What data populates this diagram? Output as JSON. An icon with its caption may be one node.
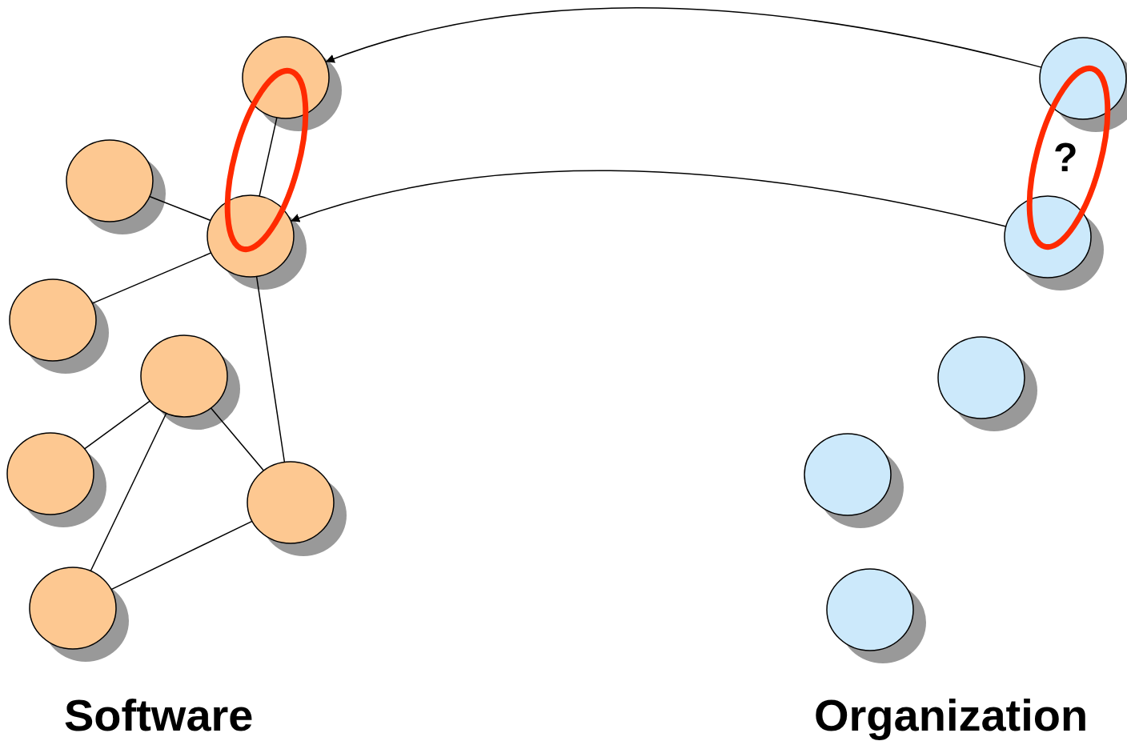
{
  "diagram": {
    "nodes": [
      {
        "text": [],
        "shape": "circle"
      },
      {
        "text": [],
        "shape": "circle"
      },
      {
        "text": [],
        "shape": "circle"
      },
      {
        "text": [],
        "shape": "circle"
      },
      {
        "text": [],
        "shape": "circle"
      },
      {
        "text": [],
        "shape": "circle"
      },
      {
        "text": [],
        "shape": "circle"
      },
      {
        "text": [],
        "shape": "circle"
      },
      {
        "text": [],
        "shape": "circle"
      },
      {
        "text": [],
        "shape": "circle"
      },
      {
        "text": [],
        "shape": "circle"
      },
      {
        "text": [],
        "shape": "circle"
      },
      {
        "text": [],
        "shape": "circle"
      }
    ],
    "edges": [
      {
        "from": 8,
        "to": 0,
        "arrow": "to"
      },
      {
        "from": 9,
        "to": 2,
        "arrow": "to"
      },
      {
        "from": 0,
        "to": 2,
        "arrow": "none"
      },
      {
        "from": 1,
        "to": 2,
        "arrow": "none"
      },
      {
        "from": 2,
        "to": 3,
        "arrow": "none"
      },
      {
        "from": 2,
        "to": 6,
        "arrow": "none"
      },
      {
        "from": 4,
        "to": 5,
        "arrow": "none"
      },
      {
        "from": 4,
        "to": 6,
        "arrow": "none"
      },
      {
        "from": 4,
        "to": 7,
        "arrow": "none"
      },
      {
        "from": 6,
        "to": 7,
        "arrow": "none"
      }
    ],
    "labels": [
      "?",
      "Software",
      "Organization"
    ]
  }
}
